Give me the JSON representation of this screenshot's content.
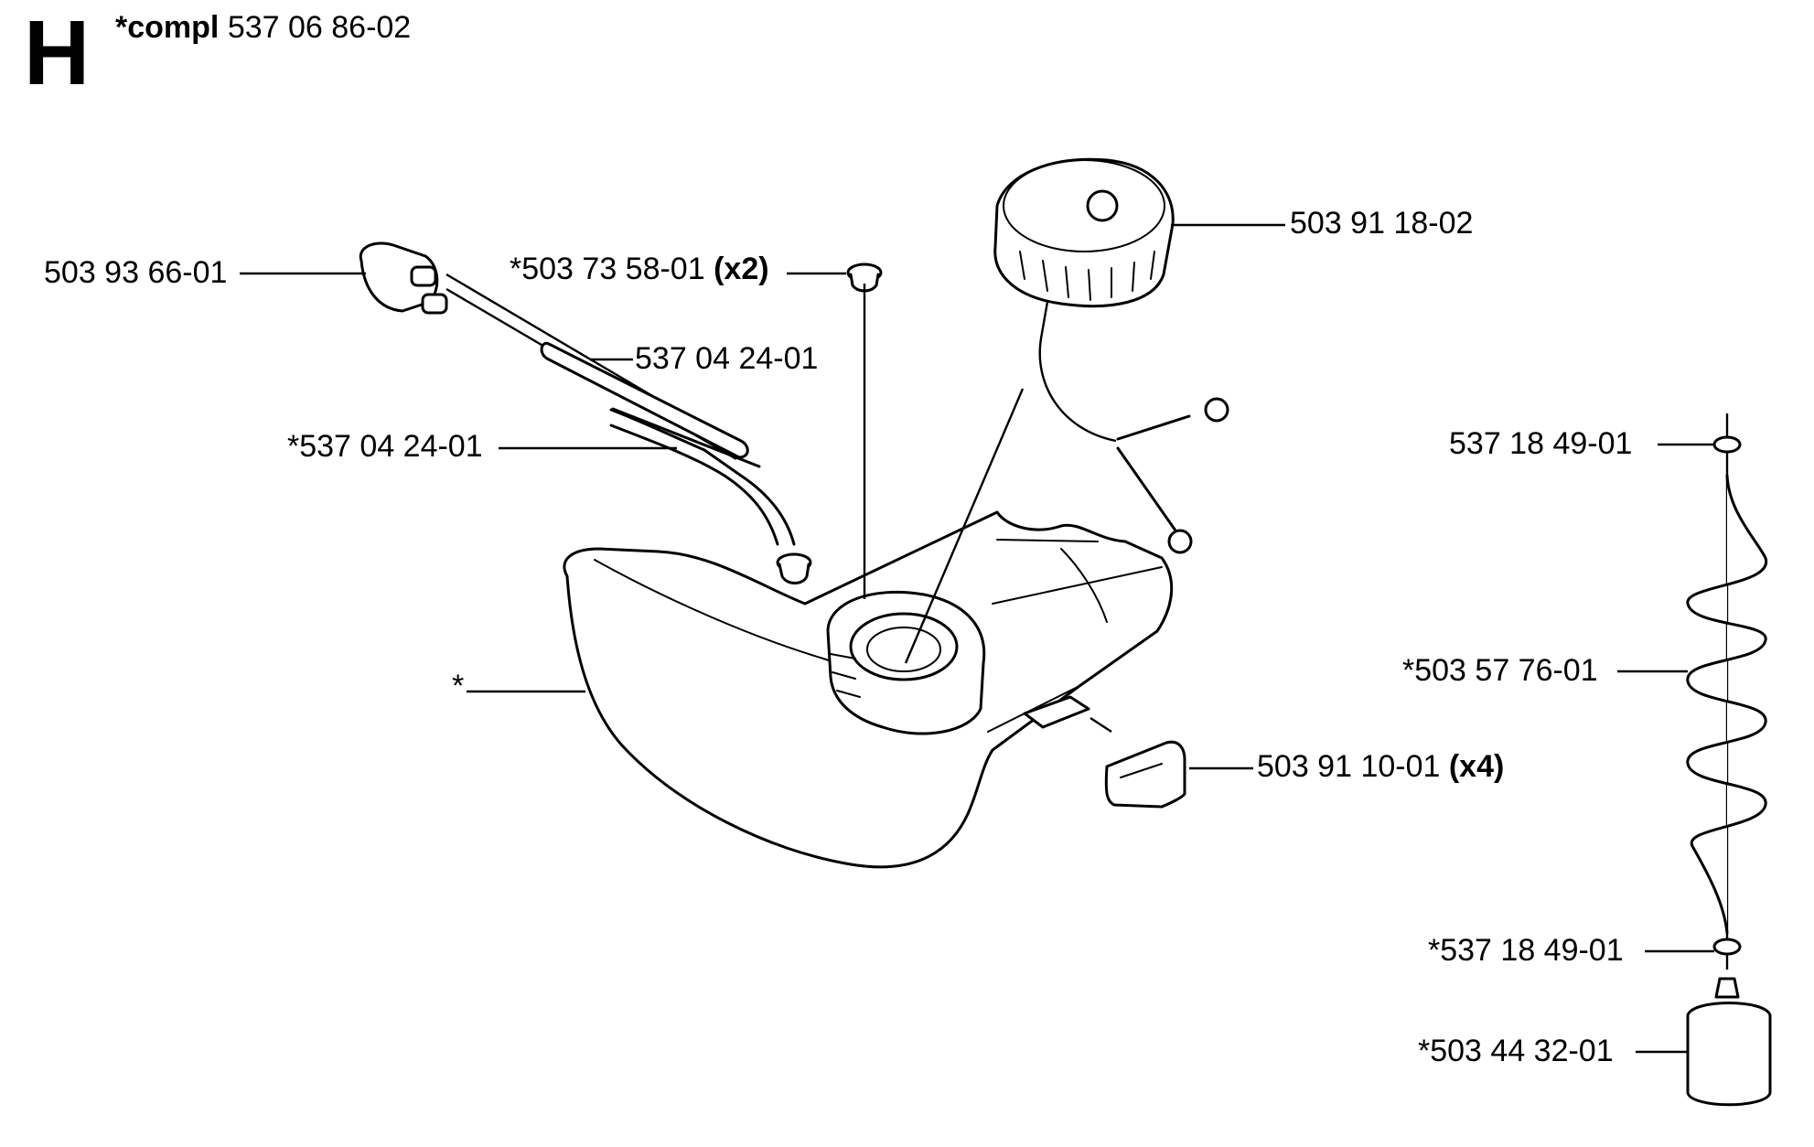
{
  "section": {
    "letter": "H",
    "title_prefix": "*compl",
    "title_number": "537 06 86-02"
  },
  "parts": [
    {
      "id": "p1",
      "number": "503 93 66-01",
      "qty": ""
    },
    {
      "id": "p2",
      "number": "*503 73 58-01",
      "qty": "(x2)"
    },
    {
      "id": "p3",
      "number": "537 04 24-01",
      "qty": ""
    },
    {
      "id": "p4",
      "number": "*537 04 24-01",
      "qty": ""
    },
    {
      "id": "p5",
      "number": "503 91 18-02",
      "qty": ""
    },
    {
      "id": "p6",
      "number": "*",
      "qty": ""
    },
    {
      "id": "p7",
      "number": "503 91 10-01",
      "qty": "(x4)"
    },
    {
      "id": "p8",
      "number": "537 18 49-01",
      "qty": ""
    },
    {
      "id": "p9",
      "number": "*503 57 76-01",
      "qty": ""
    },
    {
      "id": "p10",
      "number": "*537 18 49-01",
      "qty": ""
    },
    {
      "id": "p11",
      "number": "*503 44 32-01",
      "qty": ""
    }
  ]
}
